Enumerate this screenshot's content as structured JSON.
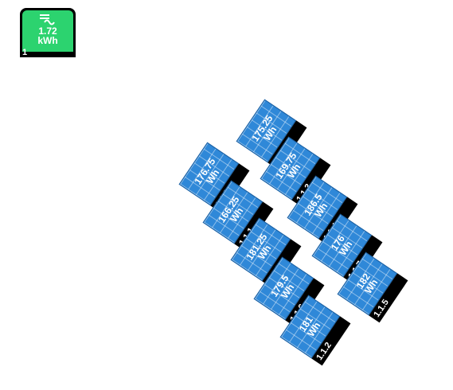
{
  "inverter": {
    "value": "1.72",
    "unit": "kWh",
    "id": "1",
    "icon": "ac-dc-icon",
    "color": "#2cd36f"
  },
  "panels": [
    {
      "id": "1.1.10",
      "energy": "175.25",
      "unit": "Wh"
    },
    {
      "id": "1.1.9",
      "energy": "176.75",
      "unit": "Wh"
    },
    {
      "id": "1.1.3",
      "energy": "169.75",
      "unit": "Wh"
    },
    {
      "id": "1.1.1",
      "energy": "166.25",
      "unit": "Wh"
    },
    {
      "id": "1.1.4",
      "energy": "186.5",
      "unit": "Wh"
    },
    {
      "id": "1.1.8",
      "energy": "181.25",
      "unit": "Wh"
    },
    {
      "id": "1.1.7",
      "energy": "176",
      "unit": "Wh"
    },
    {
      "id": "1.1.6",
      "energy": "179.5",
      "unit": "Wh"
    },
    {
      "id": "1.1.5",
      "energy": "182",
      "unit": "Wh"
    },
    {
      "id": "1.1.2",
      "energy": "181",
      "unit": "Wh"
    }
  ],
  "panel_color": "#2f88d8"
}
